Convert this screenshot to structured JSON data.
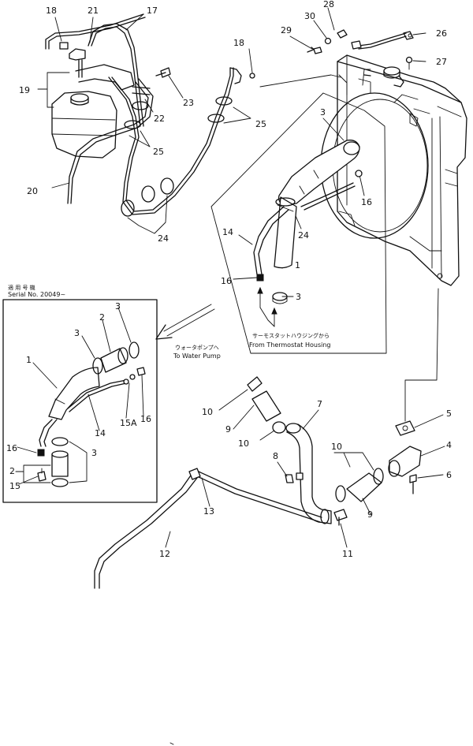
{
  "callouts": {
    "p1": "1",
    "p1b": "1",
    "p2": "2",
    "p2b": "2",
    "p3a": "3",
    "p3b": "3",
    "p3c": "3",
    "p3d": "3",
    "p3e": "3",
    "p4": "4",
    "p5": "5",
    "p6": "6",
    "p7": "7",
    "p8": "8",
    "p9a": "9",
    "p9b": "9",
    "p10a": "10",
    "p10b": "10",
    "p10c": "10",
    "p11": "11",
    "p12": "12",
    "p13": "13",
    "p14a": "14",
    "p14b": "14",
    "p15": "15",
    "p15a": "15A",
    "p16a": "16",
    "p16b": "16",
    "p16c": "16",
    "p16d": "16",
    "p17": "17",
    "p18a": "18",
    "p18b": "18",
    "p19": "19",
    "p20": "20",
    "p21": "21",
    "p22": "22",
    "p23": "23",
    "p24a": "24",
    "p24b": "24",
    "p25a": "25",
    "p25b": "25",
    "p26": "26",
    "p27": "27",
    "p28": "28",
    "p29": "29",
    "p30": "30"
  },
  "notes": {
    "serial_jp": "適 用 号 機",
    "serial_en": "Serial No. 20049~",
    "water_pump_jp": "ウォータポンプへ",
    "water_pump_en": "To Water Pump",
    "thermostat_jp": "サーモスタットハウジングから",
    "thermostat_en": "From Thermostat Housing"
  }
}
